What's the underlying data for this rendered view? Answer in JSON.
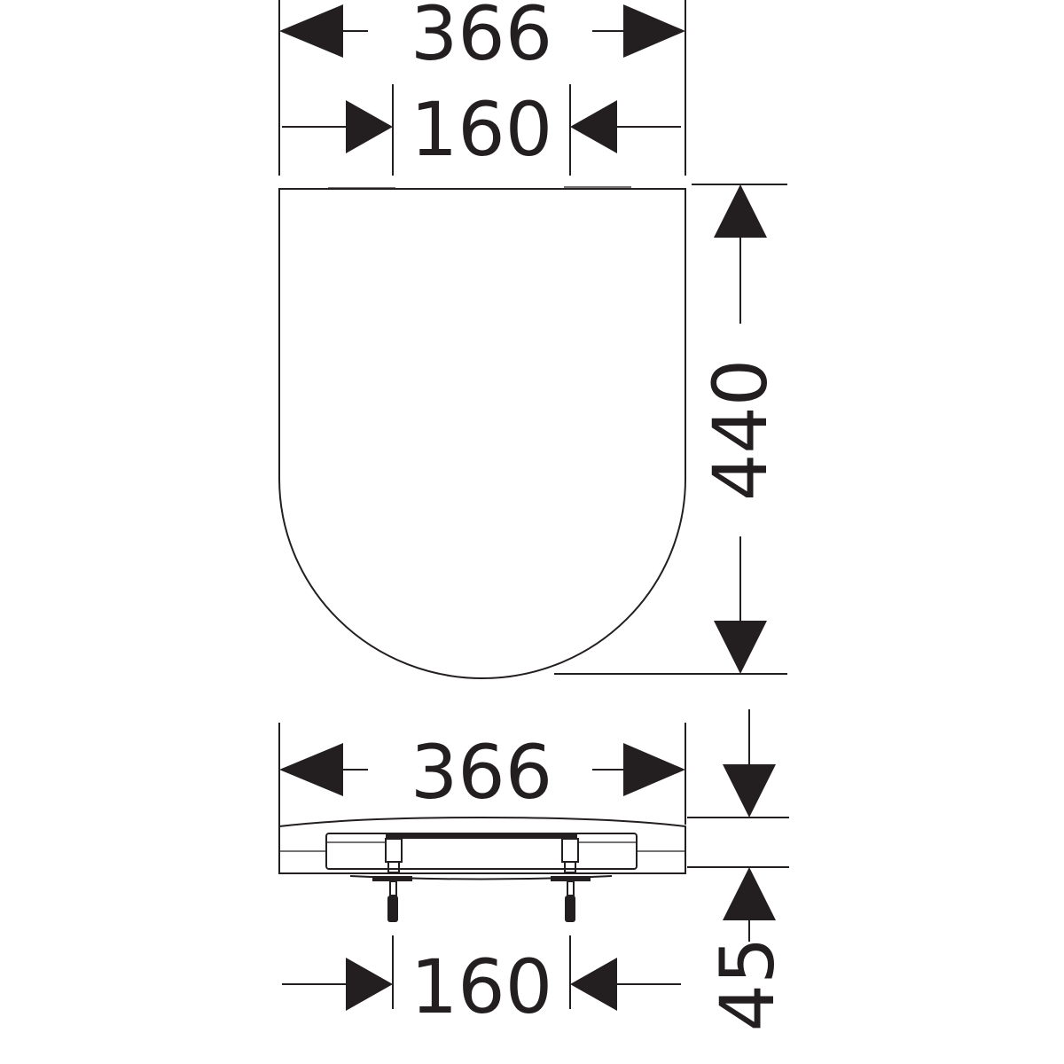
{
  "drawing": {
    "top_view": {
      "overall_width": "366",
      "hinge_spacing": "160",
      "length": "440"
    },
    "side_view": {
      "overall_width": "366",
      "hinge_spacing": "160",
      "height": "45"
    },
    "line_color": "#231f20"
  }
}
